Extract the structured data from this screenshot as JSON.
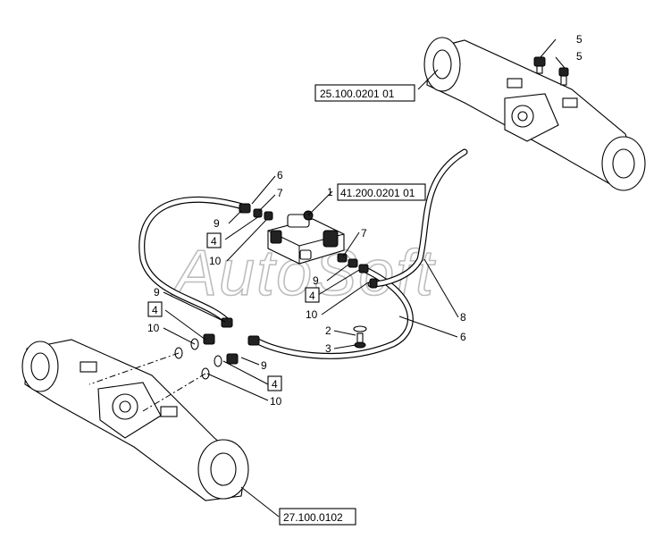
{
  "watermark": "AutoSoft",
  "reference_boxes": {
    "rear_axle_ref": "25.100.0201 01",
    "valve_ref": "41.200.0201 01",
    "front_axle_ref": "27.100.0102"
  },
  "callouts": {
    "c1": "1",
    "c2": "2",
    "c3": "3",
    "c4a": "4",
    "c4b": "4",
    "c4c": "4",
    "c4d": "4",
    "c5a": "5",
    "c5b": "5",
    "c6a": "6",
    "c6b": "6",
    "c7a": "7",
    "c7b": "7",
    "c8": "8",
    "c9a": "9",
    "c9b": "9",
    "c9c": "9",
    "c9d": "9",
    "c10a": "10",
    "c10b": "10",
    "c10c": "10",
    "c10d": "10"
  }
}
